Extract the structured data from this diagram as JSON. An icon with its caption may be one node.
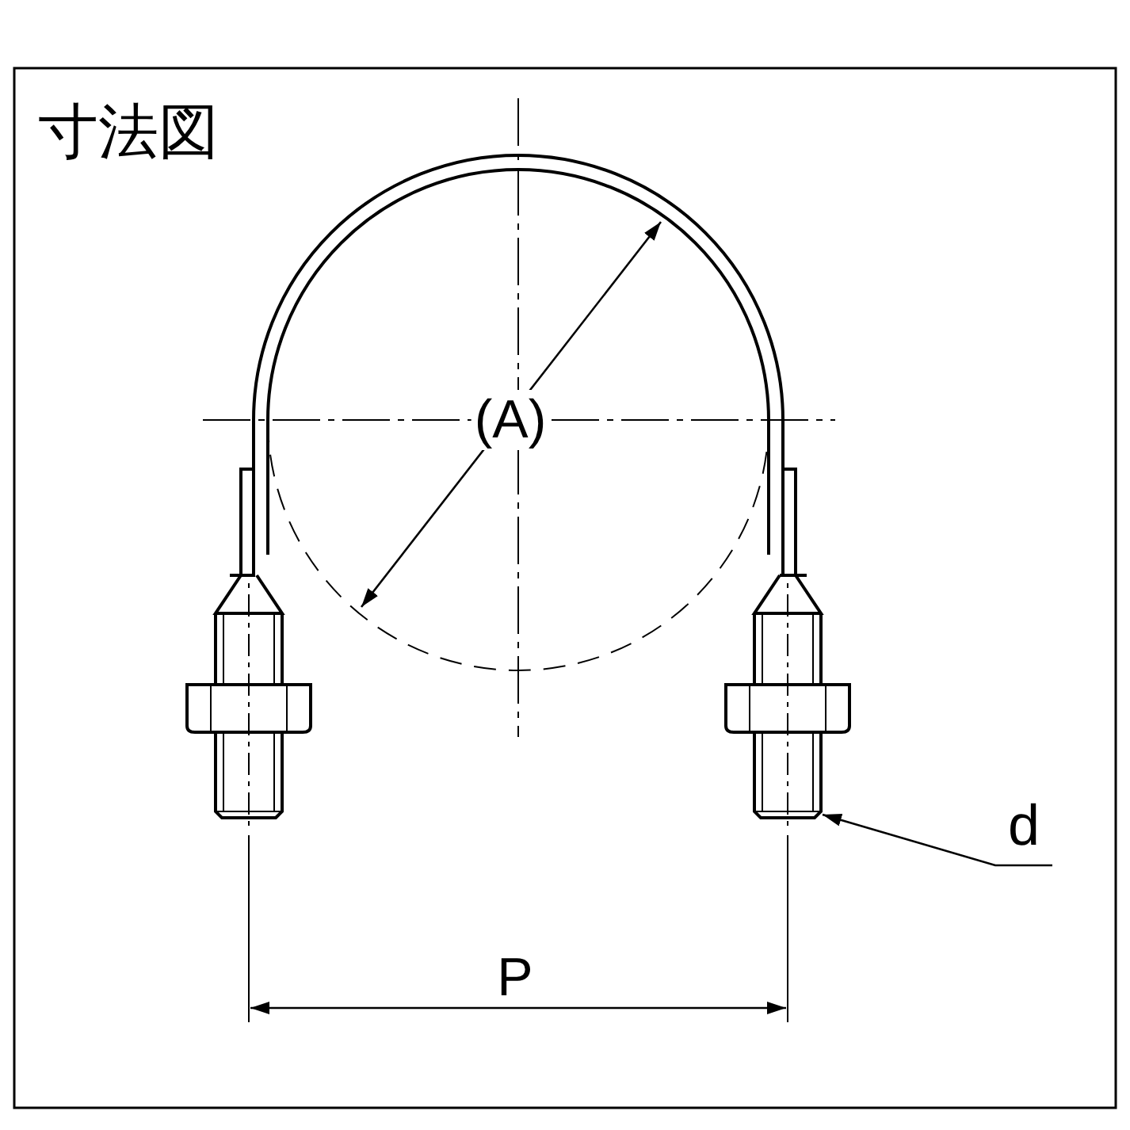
{
  "diagram": {
    "title": "寸法図",
    "nodes": [
      {
        "text": [
          "d"
        ]
      },
      {
        "text": [],
        "shape": "picture"
      }
    ],
    "edges": [
      {
        "from": 0,
        "to": 1,
        "arrow": "to"
      }
    ],
    "labels": [
      "(A)",
      "P"
    ]
  }
}
